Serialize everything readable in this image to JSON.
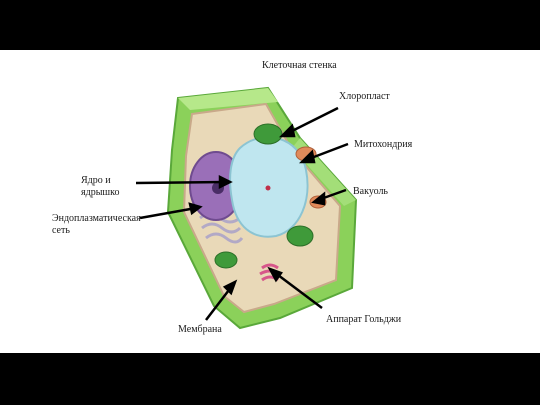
{
  "labels": {
    "cell_wall": "Клеточная стенка",
    "chloroplast": "Хлоропласт",
    "mitochondria": "Митохондрия",
    "vacuole": "Вакуоль",
    "nucleus": "Ядро и ядрышко",
    "er": "Эндоплазматическая сеть",
    "golgi": "Аппарат Гольджи",
    "membrane": "Мембрана"
  },
  "colors": {
    "wall": "#8bd15a",
    "wall_dark": "#5aa83a",
    "cytoplasm": "#e9d9b8",
    "vacuole": "#bfe6ef",
    "nucleus": "#9a6fb8",
    "chloroplast": "#3f9a3a",
    "mitochondria": "#e08a5a",
    "golgi": "#d7568a",
    "arrow": "#000000"
  }
}
